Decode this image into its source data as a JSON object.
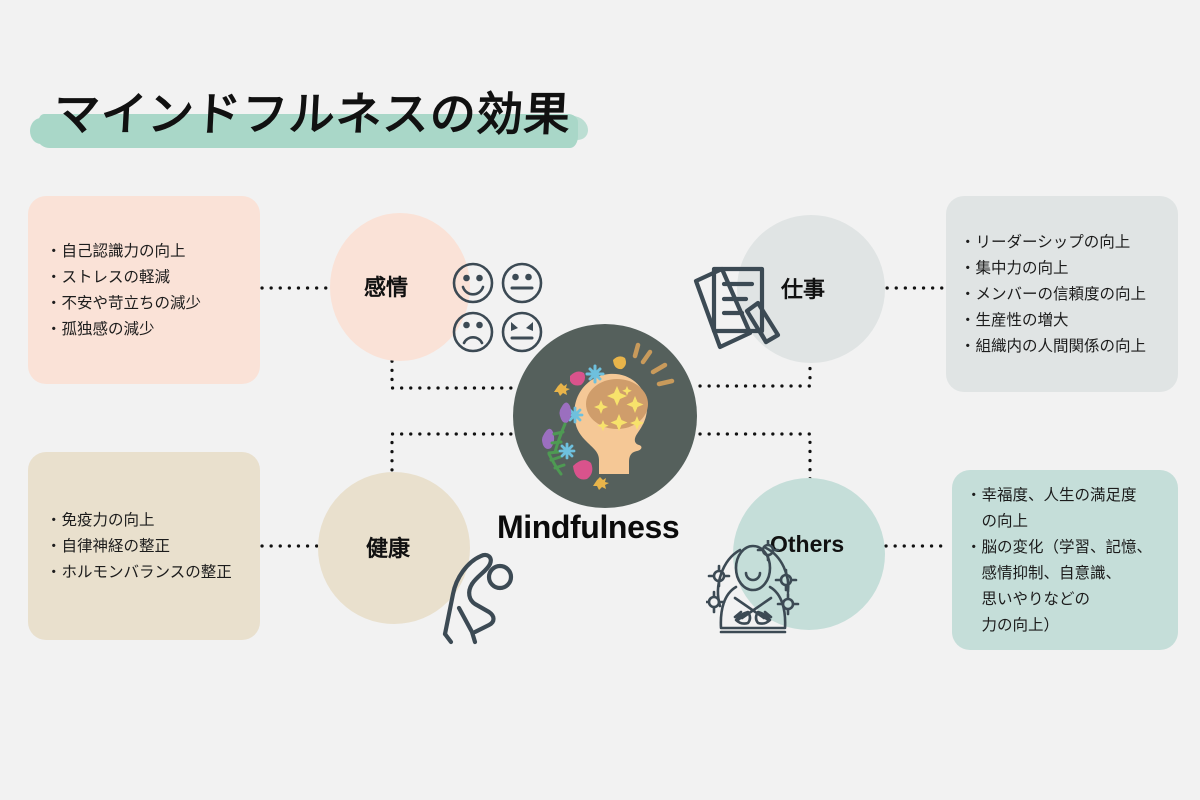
{
  "page": {
    "background_color": "#f2f2f2",
    "title": "マインドフルネスの効果",
    "center_label": "Mindfulness",
    "accent_color": "#a9d7c8"
  },
  "center": {
    "label": "Mindfulness",
    "icon": "brain-head-flowers-icon",
    "circle_color": "#55605c"
  },
  "nodes": {
    "emotion": {
      "label": "感情",
      "color": "#fae2d7",
      "icon": "emotion-faces-icon",
      "icon_faces": [
        "smiley-face-icon",
        "neutral-face-icon",
        "sad-face-icon",
        "angry-face-icon"
      ]
    },
    "work": {
      "label": "仕事",
      "color": "#e0e4e4",
      "icon": "document-pencil-icon"
    },
    "health": {
      "label": "健康",
      "color": "#e9e0cd",
      "icon": "stretching-person-icon"
    },
    "others": {
      "label": "Others",
      "color": "#c5ded9",
      "icon": "self-hug-person-flowers-icon"
    }
  },
  "boxes": {
    "emotion": {
      "color": "#fae2d7",
      "lines": [
        "・自己認識力の向上",
        "・ストレスの軽減",
        "・不安や苛立ちの減少",
        "・孤独感の減少"
      ]
    },
    "work": {
      "color": "#e0e4e4",
      "lines": [
        "・リーダーシップの向上",
        "・集中力の向上",
        "・メンバーの信頼度の向上",
        "・生産性の増大",
        "・組織内の人間関係の向上"
      ]
    },
    "health": {
      "color": "#e9e0cd",
      "lines": [
        "・免疫力の向上",
        "・自律神経の整正",
        "・ホルモンバランスの整正"
      ]
    },
    "others": {
      "color": "#c5ded9",
      "lines": [
        "・幸福度、人生の満足度",
        "　の向上",
        "・脳の変化（学習、記憶、",
        "　感情抑制、自意識、",
        "　思いやりなどの",
        "　力の向上）"
      ]
    }
  }
}
